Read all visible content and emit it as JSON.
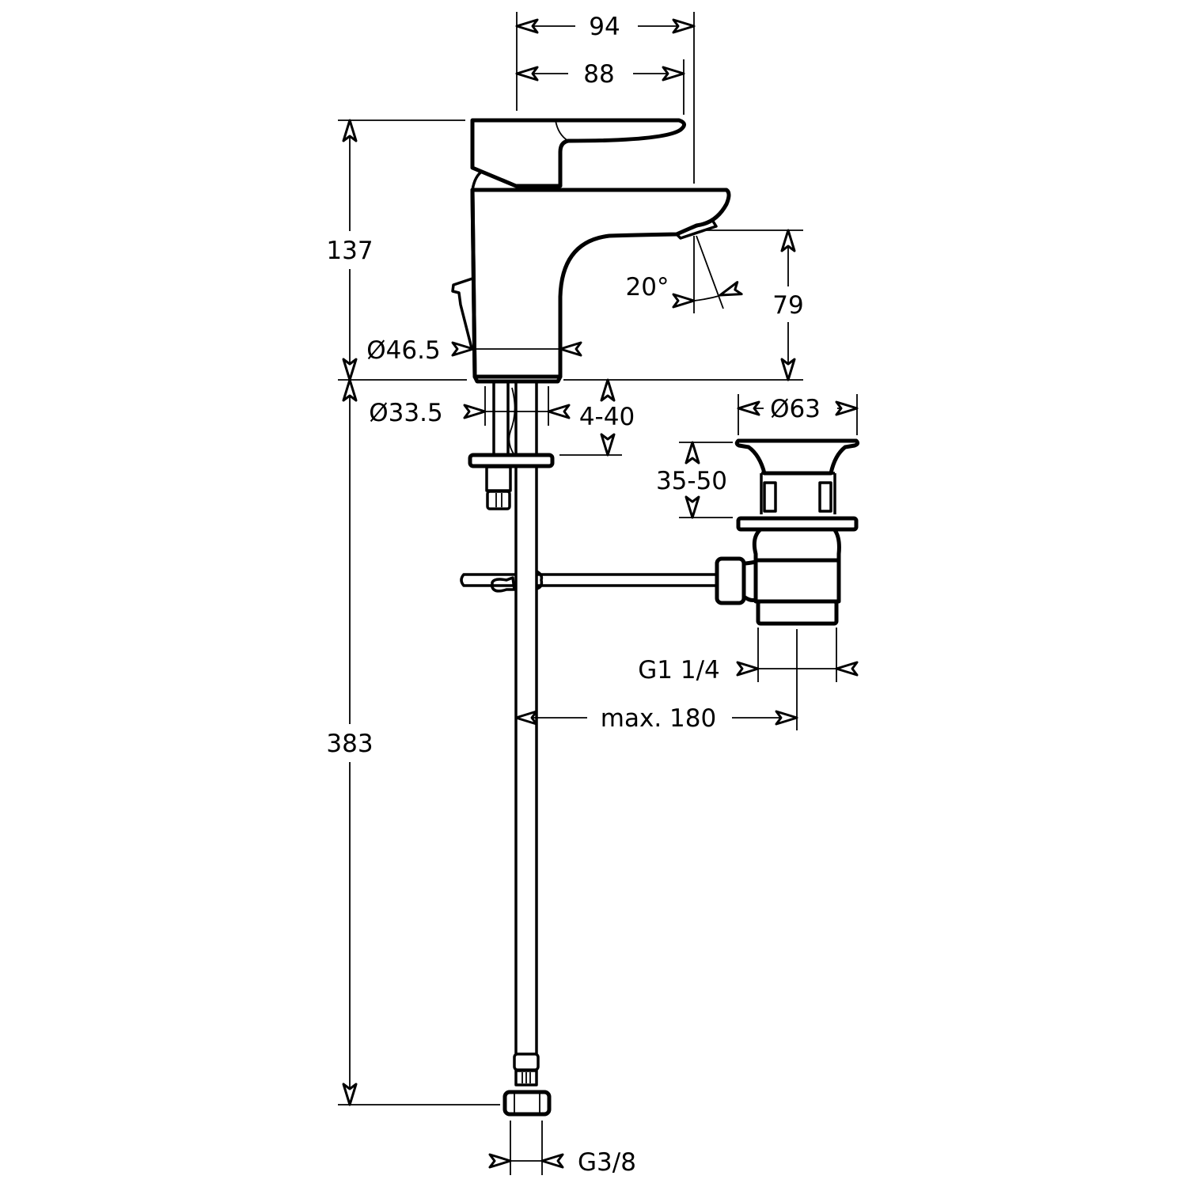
{
  "dimensions": {
    "width_overall": "94",
    "width_spout": "88",
    "height_body": "137",
    "spout_height": "79",
    "spout_angle": "20°",
    "base_diameter": "Ø46.5",
    "shank_diameter": "Ø33.5",
    "counter_thickness": "4-40",
    "total_height": "383",
    "waste_diameter": "Ø63",
    "waste_range": "35-50",
    "waste_thread": "G1 1/4",
    "pull_rod_reach": "max. 180",
    "hose_thread": "G3/8"
  },
  "colors": {
    "line": "#000000",
    "background": "#ffffff"
  }
}
